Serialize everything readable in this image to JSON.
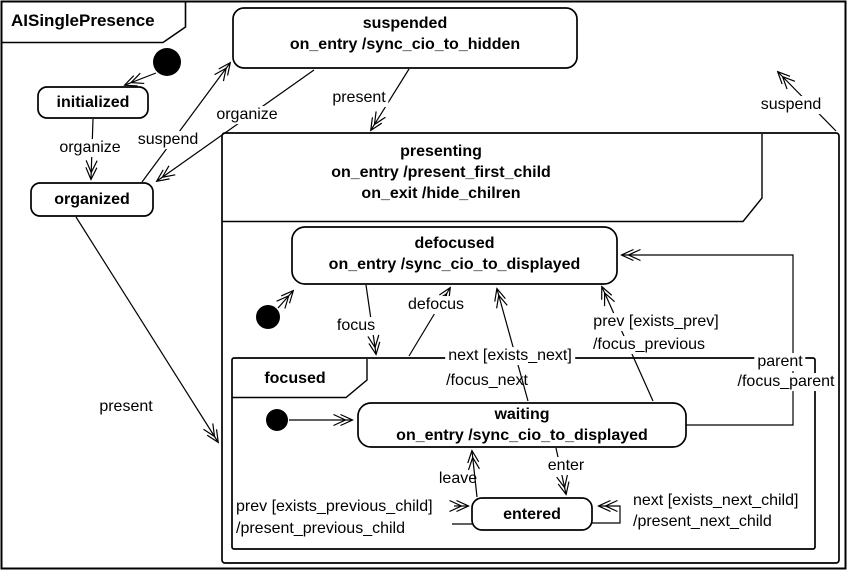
{
  "frame": {
    "title": "AISinglePresence"
  },
  "colors": {
    "line": "#000000",
    "background": "#ffffff",
    "initial_node": "#000000"
  },
  "states": {
    "suspended": {
      "name": "suspended",
      "on_entry": "on_entry /sync_cio_to_hidden"
    },
    "initialized": {
      "name": "initialized"
    },
    "organized": {
      "name": "organized"
    },
    "presenting": {
      "name": "presenting",
      "on_entry": "on_entry /present_first_child",
      "on_exit": "on_exit /hide_chilren"
    },
    "defocused": {
      "name": "defocused",
      "on_entry": "on_entry /sync_cio_to_displayed"
    },
    "focused": {
      "name": "focused"
    },
    "waiting": {
      "name": "waiting",
      "on_entry": "on_entry /sync_cio_to_displayed"
    },
    "entered": {
      "name": "entered"
    }
  },
  "transitions": {
    "initialized_to_organized": {
      "label": "organize"
    },
    "organized_to_suspended": {
      "label": "suspend"
    },
    "suspended_to_organized": {
      "label": "organize"
    },
    "suspended_to_presenting": {
      "label": "present"
    },
    "presenting_to_suspended": {
      "label": "suspend"
    },
    "organized_to_presenting": {
      "label": "present"
    },
    "defocused_to_focused": {
      "label": "focus"
    },
    "focused_to_defocused": {
      "label": "defocus"
    },
    "waiting_to_defocused_next": {
      "label": "next [exists_next]",
      "action": "/focus_next"
    },
    "waiting_to_defocused_prev": {
      "label": "prev [exists_prev]",
      "action": "/focus_previous"
    },
    "waiting_to_defocused_parent": {
      "label": "parent",
      "action": "/focus_parent"
    },
    "entered_to_waiting": {
      "label": "leave"
    },
    "waiting_to_entered": {
      "label": "enter"
    },
    "entered_self_next": {
      "label": "next [exists_next_child]",
      "action": "/present_next_child"
    },
    "entered_self_prev": {
      "label": "prev [exists_previous_child]",
      "action": "/present_previous_child"
    }
  }
}
